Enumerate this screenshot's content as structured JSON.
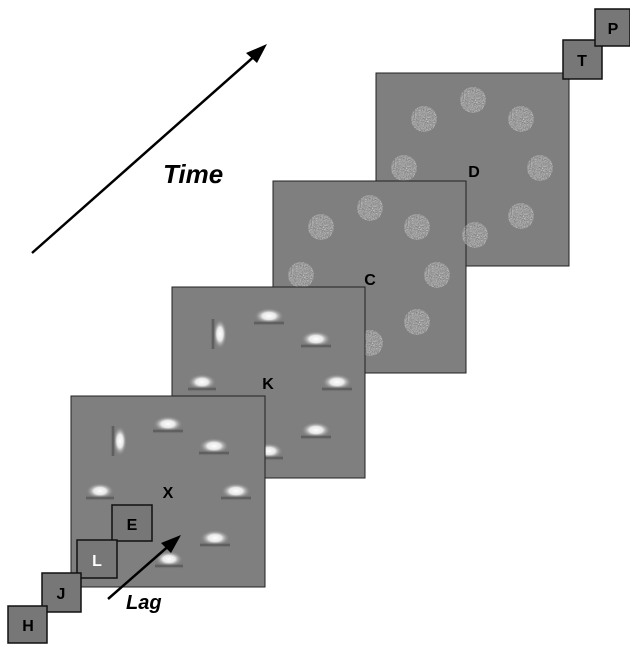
{
  "time_label": "Time",
  "lag_label": "Lag",
  "frames": [
    {
      "id": "frame-1",
      "center_letter": "X",
      "patch_type": "gabor"
    },
    {
      "id": "frame-2",
      "center_letter": "K",
      "patch_type": "gabor"
    },
    {
      "id": "frame-3",
      "center_letter": "C",
      "patch_type": "noise"
    },
    {
      "id": "frame-4",
      "center_letter": "D",
      "patch_type": "noise"
    }
  ],
  "letter_stream": [
    "H",
    "J",
    "L",
    "E",
    "T",
    "P"
  ],
  "highlighted_letter": "L",
  "colors": {
    "frame_fill": "#7f7f7f",
    "letter_box_fill": "#777777",
    "highlight_text": "#ffffff",
    "ink": "#000000"
  }
}
